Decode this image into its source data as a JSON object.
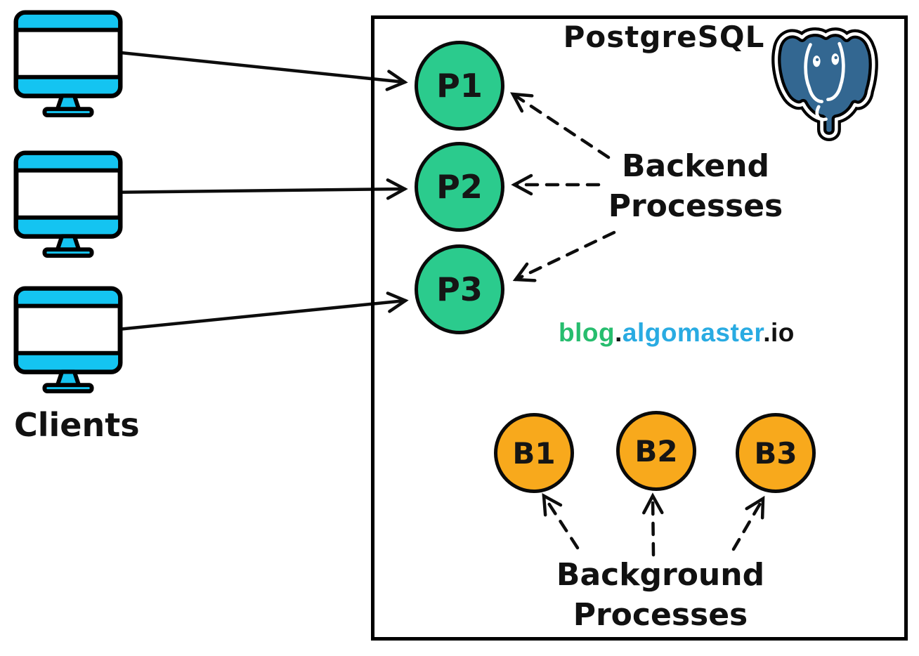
{
  "diagram": {
    "title": "PostgreSQL",
    "clients_label": "Clients",
    "backend_processes": {
      "label_line1": "Backend",
      "label_line2": "Processes",
      "nodes": [
        {
          "label": "P1"
        },
        {
          "label": "P2"
        },
        {
          "label": "P3"
        }
      ]
    },
    "background_processes": {
      "label_line1": "Background",
      "label_line2": "Processes",
      "nodes": [
        {
          "label": "B1"
        },
        {
          "label": "B2"
        },
        {
          "label": "B3"
        }
      ]
    },
    "watermark": {
      "blog": "blog",
      "dot": ".",
      "site": "algomaster",
      "tld": ".io"
    },
    "icons": {
      "logo": "postgresql-elephant-logo",
      "client": "desktop-monitor-icon"
    },
    "colors": {
      "backend_node_fill": "#2bcb8d",
      "background_node_fill": "#f8a91c",
      "monitor_accent": "#14c4f1",
      "logo_blue": "#336791",
      "watermark_blog_green": "#27bd6e",
      "watermark_site_blue": "#29abe2",
      "outline_black": "#000000"
    }
  }
}
